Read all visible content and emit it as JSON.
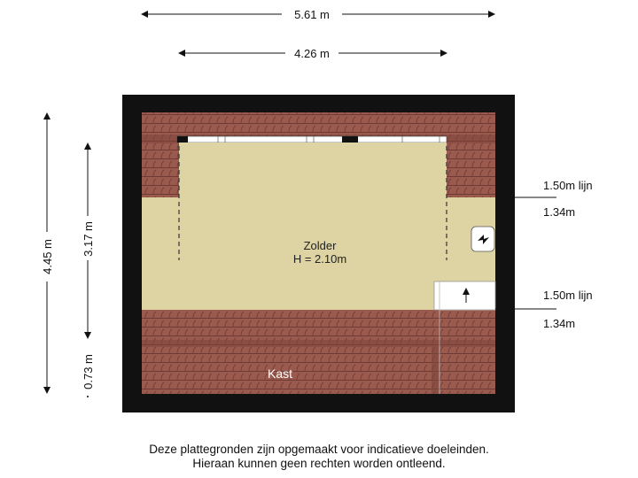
{
  "dimensions": {
    "top_outer": "5.61 m",
    "top_inner": "4.26 m",
    "left_outer": "4.45 m",
    "left_upper": "3.17 m",
    "left_lower": "0.73 m"
  },
  "rooms": {
    "zolder_name": "Zolder",
    "zolder_height": "H = 2.10m",
    "kast_name": "Kast"
  },
  "height_lines": {
    "upper_line": "1.50m lijn",
    "upper_value": "1.34m",
    "lower_line": "1.50m lijn",
    "lower_value": "1.34m"
  },
  "disclaimer": {
    "line1": "Deze plattegronden zijn opgemaakt voor indicatieve doeleinden.",
    "line2": "Hieraan kunnen geen rechten worden ontleend."
  },
  "colors": {
    "wall": "#111111",
    "floor": "#ddd3a3",
    "roof_tile": "#9a5a4e",
    "tile_line": "#6e3a33"
  }
}
